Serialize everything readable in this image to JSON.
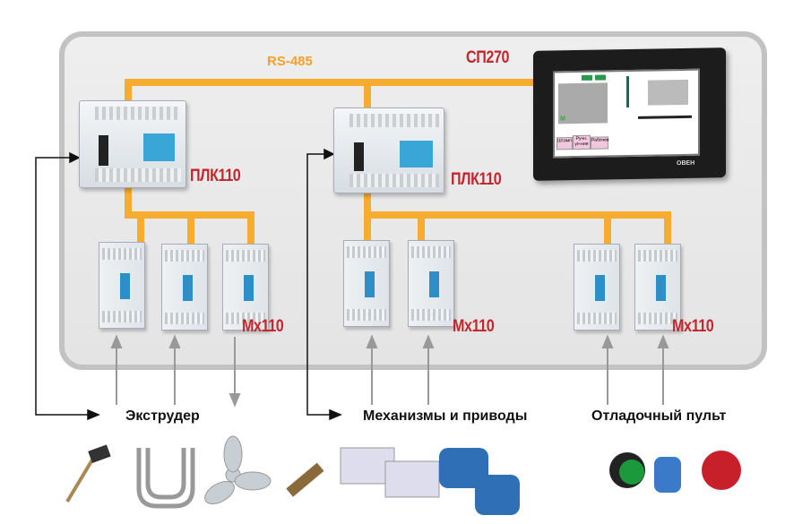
{
  "bus_label": "RS-485",
  "hmi": {
    "label": "СП270",
    "buttons": [
      "Штамп",
      "Ручн. уп-ние",
      "Рабочее"
    ],
    "mode": "M",
    "brand": "ОВЕН"
  },
  "plcs": [
    {
      "label": "ПЛК110"
    },
    {
      "label": "ПЛК110"
    }
  ],
  "module_groups": [
    {
      "label": "Мх110"
    },
    {
      "label": "Мх110"
    },
    {
      "label": "Мх110"
    }
  ],
  "captions": {
    "extruder": "Экструдер",
    "mechanisms": "Механизмы и приводы",
    "debug": "Отладочный пульт"
  },
  "colors": {
    "bus": "#f6ac2e",
    "label": "#c1272d",
    "panel_border": "#c2c2c2"
  }
}
